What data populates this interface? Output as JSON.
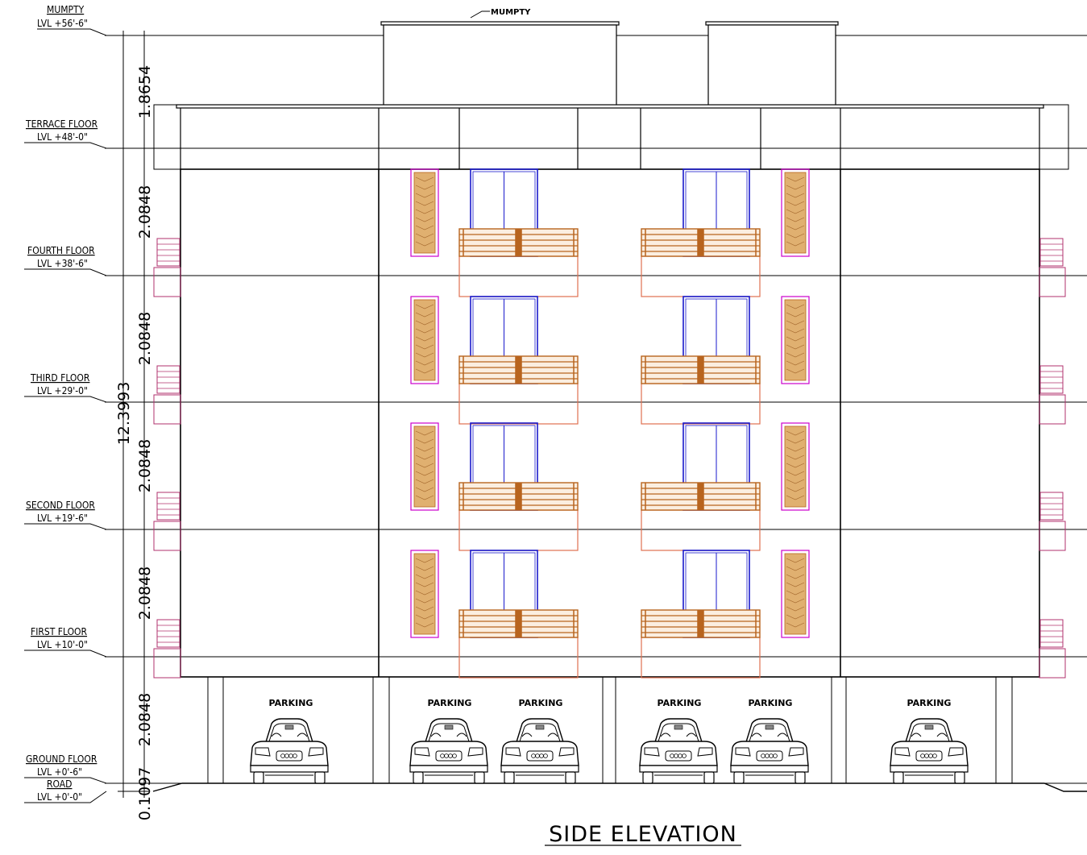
{
  "title": "SIDE ELEVATION",
  "mumpty_label": "MUMPTY",
  "levels": [
    {
      "name": "MUMPTY",
      "value": "LVL +56'-6\""
    },
    {
      "name": "TERRACE FLOOR",
      "value": "LVL +48'-0\""
    },
    {
      "name": "FOURTH FLOOR",
      "value": "LVL +38'-6\""
    },
    {
      "name": "THIRD  FLOOR",
      "value": "LVL +29'-0\""
    },
    {
      "name": "SECOND  FLOOR",
      "value": "LVL +19'-6\""
    },
    {
      "name": "FIRST  FLOOR",
      "value": "LVL +10'-0\""
    },
    {
      "name": "GROUND  FLOOR",
      "value": "LVL +0'-6\""
    },
    {
      "name": "ROAD",
      "value": "LVL +0'-0\""
    }
  ],
  "dimensions": [
    "1.8654",
    "2.0848",
    "2.0848",
    "2.0848",
    "2.0848",
    "2.0848",
    "0.1097"
  ],
  "total_dimension": "12.3993",
  "parking_labels": [
    "PARKING",
    "PARKING",
    "PARKING",
    "PARKING",
    "PARKING",
    "PARKING"
  ],
  "colors": {
    "window": "#1a1acc",
    "railing": "#b8641e",
    "jali": "#e0b070",
    "jali_frame": "#cc00cc",
    "balcony": "#e07050",
    "ac_unit": "#b0306e"
  }
}
